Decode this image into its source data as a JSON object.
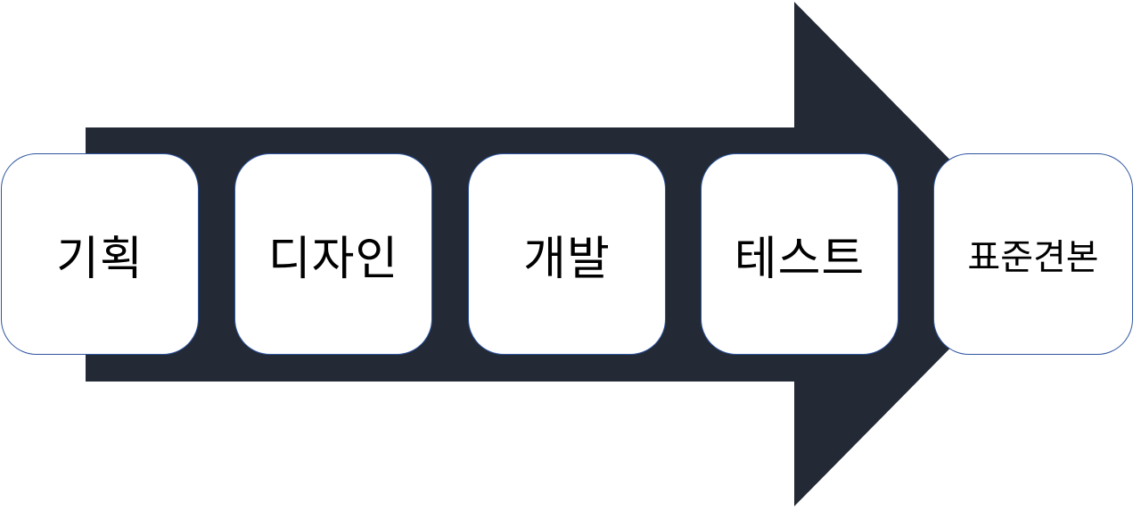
{
  "diagram": {
    "arrow_color": "#232a36",
    "box_border_color": "#2e55a0",
    "steps": [
      {
        "label": "기획"
      },
      {
        "label": "디자인"
      },
      {
        "label": "개발"
      },
      {
        "label": "테스트"
      },
      {
        "label": "표준견본"
      }
    ]
  }
}
